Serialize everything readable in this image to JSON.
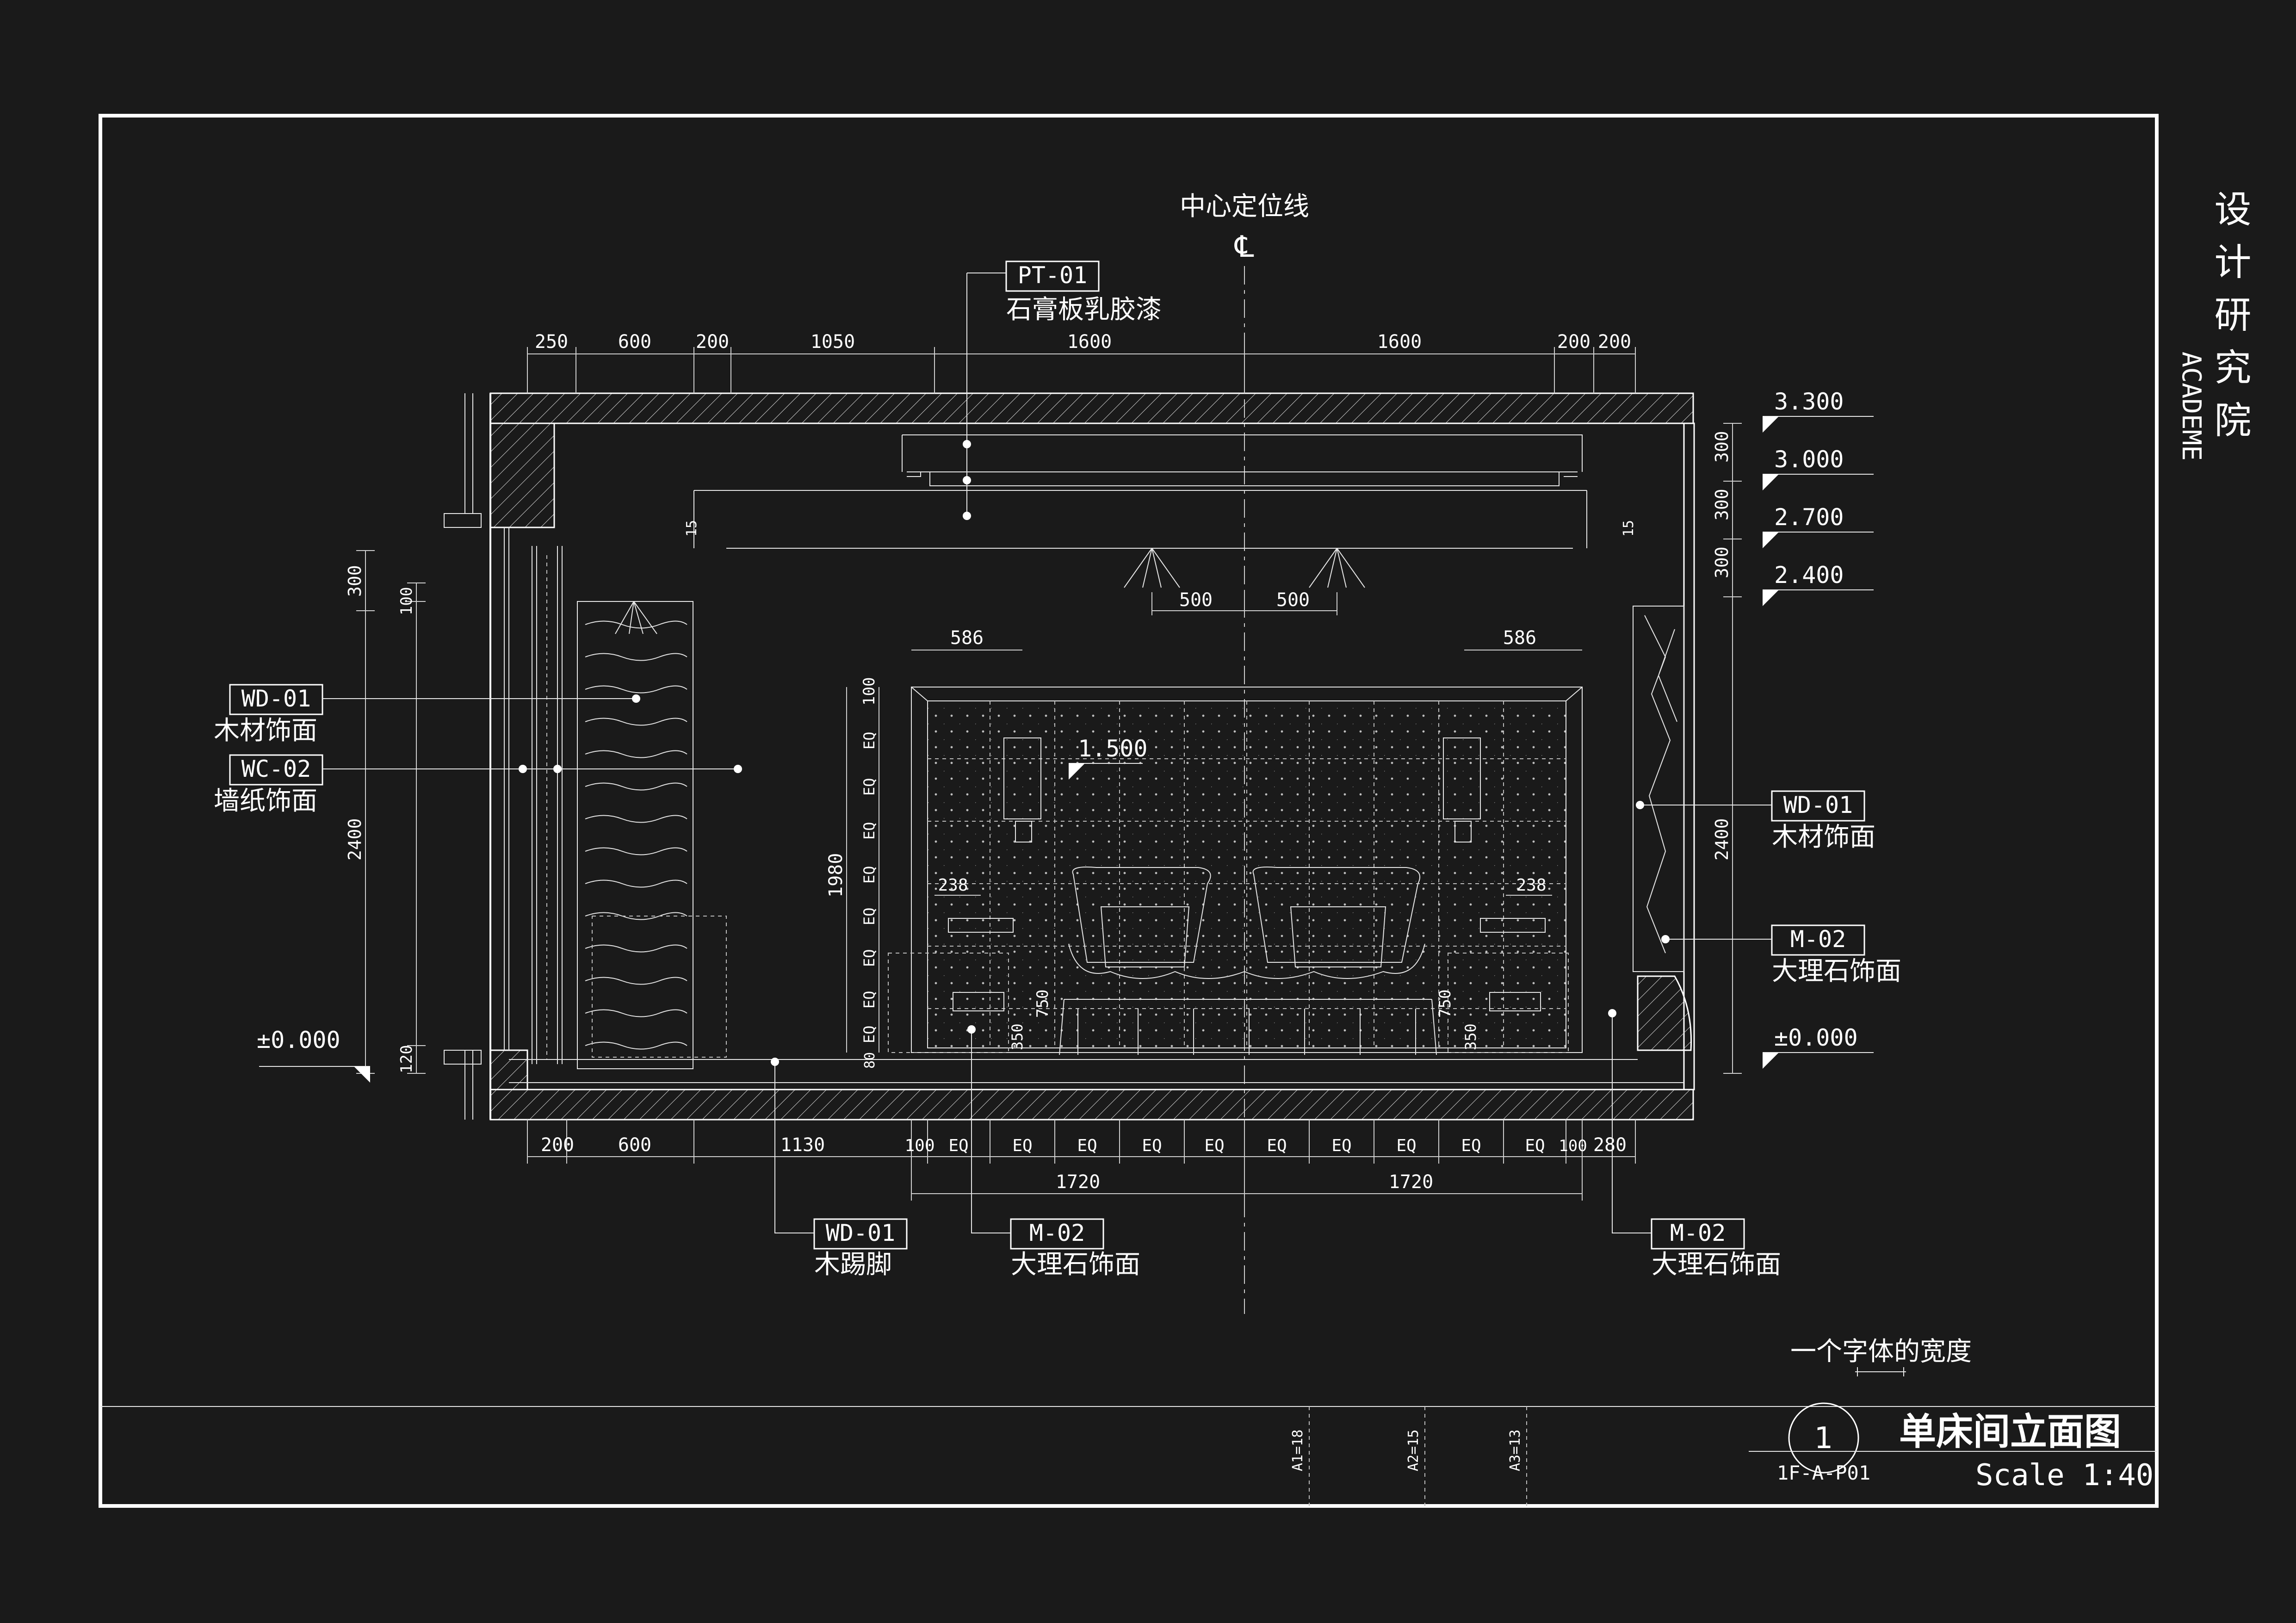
{
  "title_block": {
    "org_name_cn": "设计研究院",
    "org_name_en": "ACADEME",
    "sheet_number": "1",
    "sheet_code": "1F-A-P01",
    "drawing_title": "单床间立面图",
    "scale": "Scale 1:40",
    "text_width_note": "一个字体的宽度",
    "text_heights": [
      "A1=18",
      "A2=15",
      "A3=13"
    ]
  },
  "center_line": {
    "label": "中心定位线",
    "symbol": "℄"
  },
  "levels": {
    "right": [
      "3.300",
      "3.000",
      "2.700",
      "2.400",
      "±0.000"
    ],
    "left": "±0.000",
    "inner": "1.500"
  },
  "top_dimensions": [
    "250",
    "600",
    "200",
    "1050",
    "1600",
    "1600",
    "200",
    "200"
  ],
  "bottom_dimensions": [
    "200",
    "600",
    "1130",
    "100",
    "EQ",
    "EQ",
    "EQ",
    "EQ",
    "EQ",
    "EQ",
    "EQ",
    "EQ",
    "EQ",
    "EQ",
    "100",
    "280"
  ],
  "bottom_totals": [
    "1720",
    "1720"
  ],
  "right_vertical_dims": [
    "300",
    "300",
    "300",
    "2400"
  ],
  "left_vertical_dims": [
    "300",
    "100",
    "2400",
    "120"
  ],
  "inner_dims": {
    "light_spacing": [
      "500",
      "500"
    ],
    "headboard_offset": [
      "586",
      "586"
    ],
    "headboard_height": "1980",
    "headboard_top": "100",
    "headboard_grid": [
      "EQ",
      "EQ",
      "EQ",
      "EQ",
      "EQ",
      "EQ",
      "EQ",
      "EQ"
    ],
    "headboard_bottom": "80",
    "side_table": [
      "238",
      "238"
    ],
    "lamp_height": [
      "750",
      "750"
    ],
    "table_height": [
      "350",
      "350"
    ],
    "cornice": [
      "15",
      "15"
    ]
  },
  "material_tags": {
    "pt01": {
      "code": "PT-01",
      "desc": "石膏板乳胶漆"
    },
    "wd01_left": {
      "code": "WD-01",
      "desc": "木材饰面"
    },
    "wc02_left": {
      "code": "WC-02",
      "desc": "墙纸饰面"
    },
    "wd01_right": {
      "code": "WD-01",
      "desc": "木材饰面"
    },
    "m02_right": {
      "code": "M-02",
      "desc": "大理石饰面"
    },
    "wd01_bottom": {
      "code": "WD-01",
      "desc": "木踢脚"
    },
    "m02_bottom": {
      "code": "M-02",
      "desc": "大理石饰面"
    },
    "m02_bottom_right": {
      "code": "M-02",
      "desc": "大理石饰面"
    }
  },
  "colors": {
    "background": "#1a1a1a",
    "line": "#ffffff",
    "dim_line": "#cfcfcf"
  }
}
